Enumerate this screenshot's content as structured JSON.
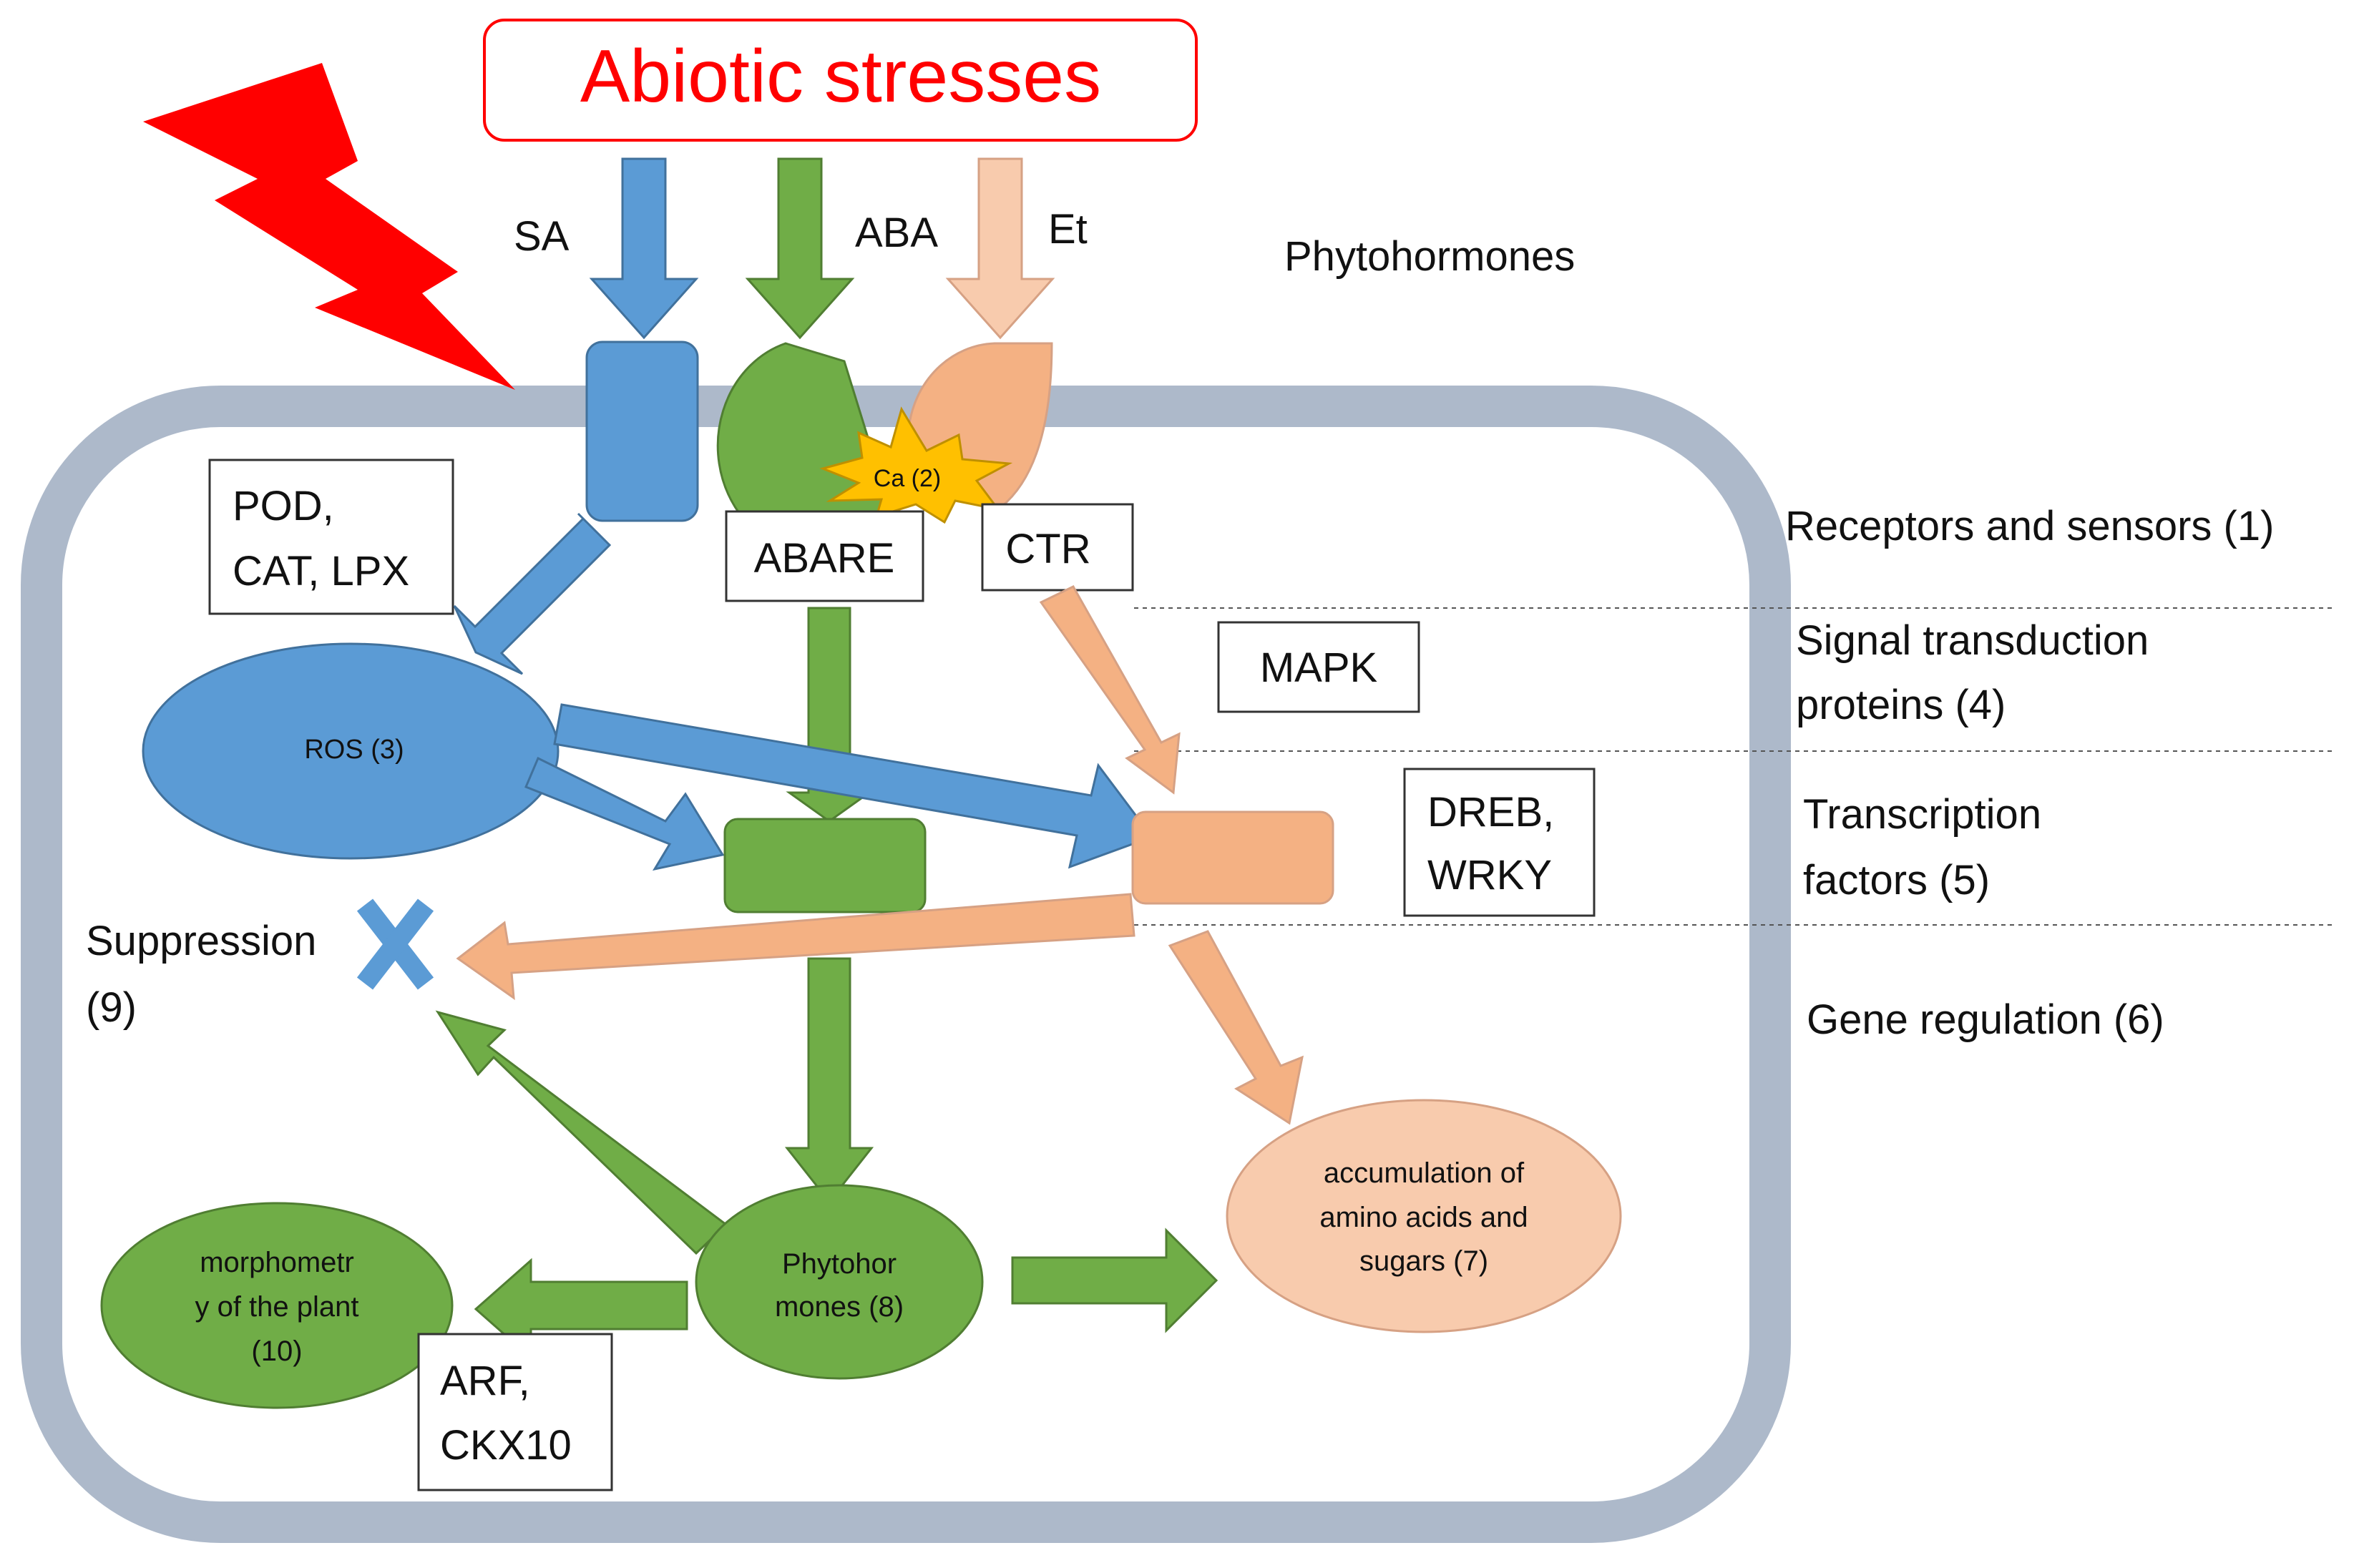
{
  "title": "Abiotic stresses",
  "hormones": {
    "sa": "SA",
    "aba": "ABA",
    "et": "Et"
  },
  "levels": {
    "phytohormones": "Phytohormones",
    "receptors": "Receptors and sensors (1)",
    "signal_line1": "Signal transduction",
    "signal_line2": "proteins (4)",
    "tf_line1": "Transcription",
    "tf_line2": "factors (5)",
    "gene_regulation": "Gene regulation (6)"
  },
  "boxes": {
    "pod_line1": "POD,",
    "pod_line2": "CAT, LPX",
    "abare": "ABARE",
    "ctr": "CTR",
    "mapk": "MAPK",
    "dreb_line1": "DREB,",
    "dreb_line2": "WRKY",
    "arf_line1": "ARF,",
    "arf_line2": "CKX10"
  },
  "nodes": {
    "calcium": "Ca (2)",
    "ros": "ROS (3)",
    "accum_line1": "accumulation of",
    "accum_line2": "amino acids and",
    "accum_line3": "sugars (7)",
    "phyto_line1": "Phytohor",
    "phyto_line2": "mones (8)",
    "morpho_line1": "morphometr",
    "morpho_line2": "y of the plant",
    "morpho_line3": "(10)",
    "suppression_line1": "Suppression",
    "suppression_line2": "(9)"
  },
  "colors": {
    "title": "#ff0000",
    "sa_blue": "#5b9bd5",
    "aba_green": "#70ad47",
    "et_peach": "#f4b183",
    "et_light": "#f8cbad",
    "membrane": "#adb9ca",
    "calcium": "#ffc000",
    "lightning": "#ff0000"
  }
}
